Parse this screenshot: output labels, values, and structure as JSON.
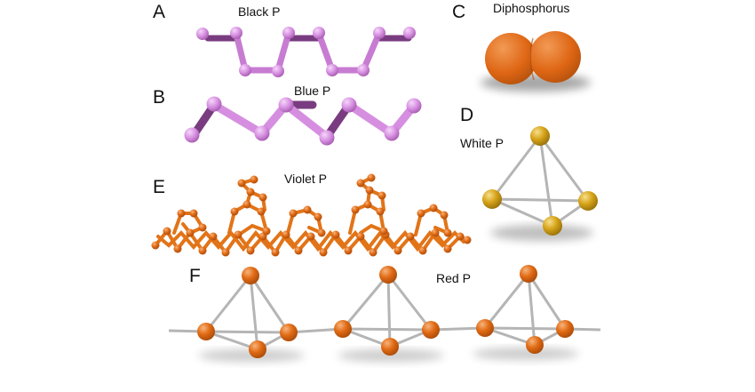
{
  "panels": [
    {
      "letter": "A",
      "caption": "Black P"
    },
    {
      "letter": "B",
      "caption": "Blue P"
    },
    {
      "letter": "C",
      "caption": "Diphosphorus"
    },
    {
      "letter": "D",
      "caption": "White P"
    },
    {
      "letter": "E",
      "caption": "Violet P"
    },
    {
      "letter": "F",
      "caption": "Red P"
    }
  ],
  "colors": {
    "black_p": "#d68fe0",
    "blue_p": "#d68fe0",
    "bond_dark": "#7a3c80",
    "diphosphorus": "#e06a14",
    "white_p": "#d6a318",
    "violet_p": "#e27418",
    "red_p": "#e06a14",
    "tetra_bond": "#b5b5b5"
  }
}
